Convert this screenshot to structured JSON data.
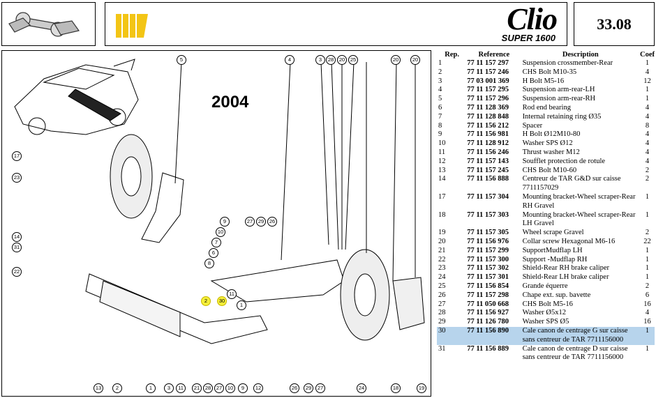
{
  "header": {
    "brand_logo": "Clio",
    "brand_sub": "SUPER 1600",
    "page_number": "33.08",
    "stripe_color": "#f3c515"
  },
  "diagram": {
    "year": "2004",
    "highlight_color": "#f5ef3a",
    "callouts": [
      "5",
      "4",
      "3",
      "28",
      "20",
      "25",
      "20",
      "20",
      "17",
      "23",
      "9",
      "10",
      "7",
      "6",
      "27",
      "29",
      "26",
      "14",
      "31",
      "22",
      "8",
      "11",
      "2",
      "30",
      "1",
      "13",
      "2",
      "1",
      "3",
      "11",
      "21",
      "28",
      "27",
      "10",
      "9",
      "12",
      "26",
      "29",
      "27",
      "24",
      "18",
      "19"
    ]
  },
  "parts_table": {
    "headers": {
      "rep": "Rep.",
      "reference": "Reference",
      "description": "Description",
      "coef": "Coef"
    },
    "rows": [
      {
        "rep": "1",
        "ref": "77 11 157 297",
        "desc": "Suspension crossmember-Rear",
        "coef": "1"
      },
      {
        "rep": "2",
        "ref": "77 11 157 246",
        "desc": "CHS Bolt M10-35",
        "coef": "4"
      },
      {
        "rep": "3",
        "ref": "77 03 001 369",
        "desc": "H Bolt M5-16",
        "coef": "12"
      },
      {
        "rep": "4",
        "ref": "77 11 157 295",
        "desc": "Suspension arm-rear-LH",
        "coef": "1"
      },
      {
        "rep": "5",
        "ref": "77 11 157 296",
        "desc": "Suspension arm-rear-RH",
        "coef": "1"
      },
      {
        "rep": "6",
        "ref": "77 11 128 369",
        "desc": "Rod end bearing",
        "coef": "4"
      },
      {
        "rep": "7",
        "ref": "77 11 128 848",
        "desc": "Internal retaining ring Ø35",
        "coef": "4"
      },
      {
        "rep": "8",
        "ref": "77 11 156 212",
        "desc": "Spacer",
        "coef": "8"
      },
      {
        "rep": "9",
        "ref": "77 11 156 981",
        "desc": "H Bolt Ø12M10-80",
        "coef": "4"
      },
      {
        "rep": "10",
        "ref": "77 11 128 912",
        "desc": "Washer SPS Ø12",
        "coef": "4"
      },
      {
        "rep": "11",
        "ref": "77 11 156 246",
        "desc": "Thrust washer M12",
        "coef": "4"
      },
      {
        "rep": "12",
        "ref": "77 11 157 143",
        "desc": "Soufflet protection de rotule",
        "coef": "4"
      },
      {
        "rep": "13",
        "ref": "77 11 157 245",
        "desc": "CHS Bolt M10-60",
        "coef": "2"
      },
      {
        "rep": "14",
        "ref": "77 11 156 888",
        "desc": "Centreur de TAR G&D sur caisse 7711157029",
        "coef": "2"
      },
      {
        "rep": "17",
        "ref": "77 11 157 304",
        "desc": "Mounting bracket-Wheel scraper-Rear RH Gravel",
        "coef": "1"
      },
      {
        "rep": "18",
        "ref": "77 11 157 303",
        "desc": "Mounting bracket-Wheel scraper-Rear LH Gravel",
        "coef": "1"
      },
      {
        "rep": "19",
        "ref": "77 11 157 305",
        "desc": "Wheel scrape Gravel",
        "coef": "2"
      },
      {
        "rep": "20",
        "ref": "77 11 156 976",
        "desc": "Collar screw Hexagonal M6-16",
        "coef": "22"
      },
      {
        "rep": "21",
        "ref": "77 11 157 299",
        "desc": "SupportMudflap LH",
        "coef": "1"
      },
      {
        "rep": "22",
        "ref": "77 11 157 300",
        "desc": "Support -Mudflap RH",
        "coef": "1"
      },
      {
        "rep": "23",
        "ref": "77 11 157 302",
        "desc": "Shield-Rear RH brake caliper",
        "coef": "1"
      },
      {
        "rep": "24",
        "ref": "77 11 157 301",
        "desc": "Shield-Rear LH brake caliper",
        "coef": "1"
      },
      {
        "rep": "25",
        "ref": "77 11 156 854",
        "desc": "Grande équerre",
        "coef": "2"
      },
      {
        "rep": "26",
        "ref": "77 11 157 298",
        "desc": "Chape ext. sup. bavette",
        "coef": "6"
      },
      {
        "rep": "27",
        "ref": "77 11 050 668",
        "desc": "CHS Bolt M5-16",
        "coef": "16"
      },
      {
        "rep": "28",
        "ref": "77 11 156 927",
        "desc": "Washer Ø5x12",
        "coef": "4"
      },
      {
        "rep": "29",
        "ref": "77 11 126 780",
        "desc": "Washer SPS Ø5",
        "coef": "16"
      },
      {
        "rep": "30",
        "ref": "77 11 156 890",
        "desc": "Cale canon de centrage G sur caisse sans centreur de TAR 7711156000",
        "coef": "1",
        "highlighted": true
      },
      {
        "rep": "31",
        "ref": "77 11 156 889",
        "desc": "Cale canon de centrage D sur caisse sans centreur de TAR 7711156000",
        "coef": "1"
      }
    ]
  }
}
